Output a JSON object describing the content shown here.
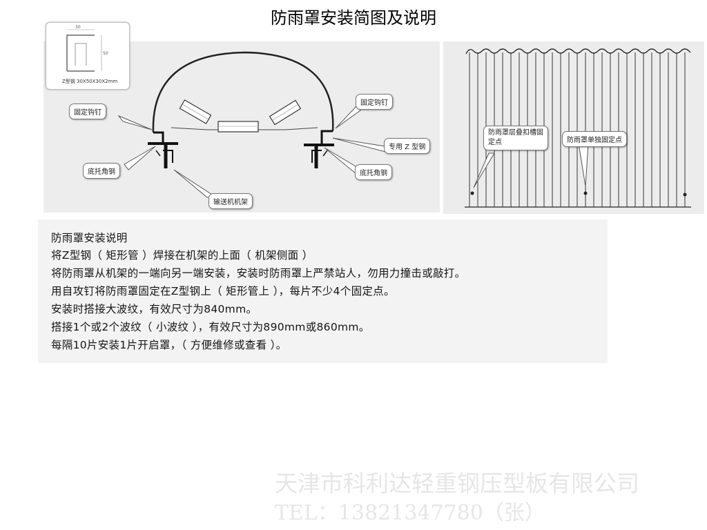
{
  "title": "防雨罩安装简图及说明",
  "inset": {
    "caption": "Z型钢  30X50X30X2mm",
    "dims": [
      "30",
      "50"
    ]
  },
  "left_diagram": {
    "callouts": {
      "fixed_nail_left": "固定钩钉",
      "fixed_nail_right": "固定钩钉",
      "z_steel": "专用 Z 型钢",
      "angle_left": "底托角钢",
      "angle_right": "底托角钢",
      "frame": "输送机机架"
    }
  },
  "right_diagram": {
    "callouts": {
      "overlap_point": "防雨罩层叠扣槽固定点",
      "single_point": "防雨罩单独固定点"
    }
  },
  "notes": {
    "title": "防雨罩安装说明",
    "lines": [
      "将Z型钢（ 矩形管 ）焊接在机架的上面（ 机架侧面 ）",
      "将防雨罩从机架的一端向另一端安装，安装时防雨罩上严禁站人，勿用力撞击或敲打。",
      "用自攻钉将防雨罩固定在Z型钢上（ 矩形管上 ），每片不少4个固定点。",
      "安装时搭接大波纹，有效尺寸为840mm。",
      "搭接1个或2个波纹（ 小波纹 ），有效尺寸为890mm或860mm。",
      "每隔10片安装1片开启罩，（ 方便维修或查看 ）。"
    ]
  },
  "watermark": {
    "company": "天津市科利达轻重钢压型板有限公司",
    "tel": "TEL：13821347780（张）"
  },
  "colors": {
    "panel_bg": "#ededed",
    "line": "#222222",
    "watermark": "#e6e6e6"
  }
}
